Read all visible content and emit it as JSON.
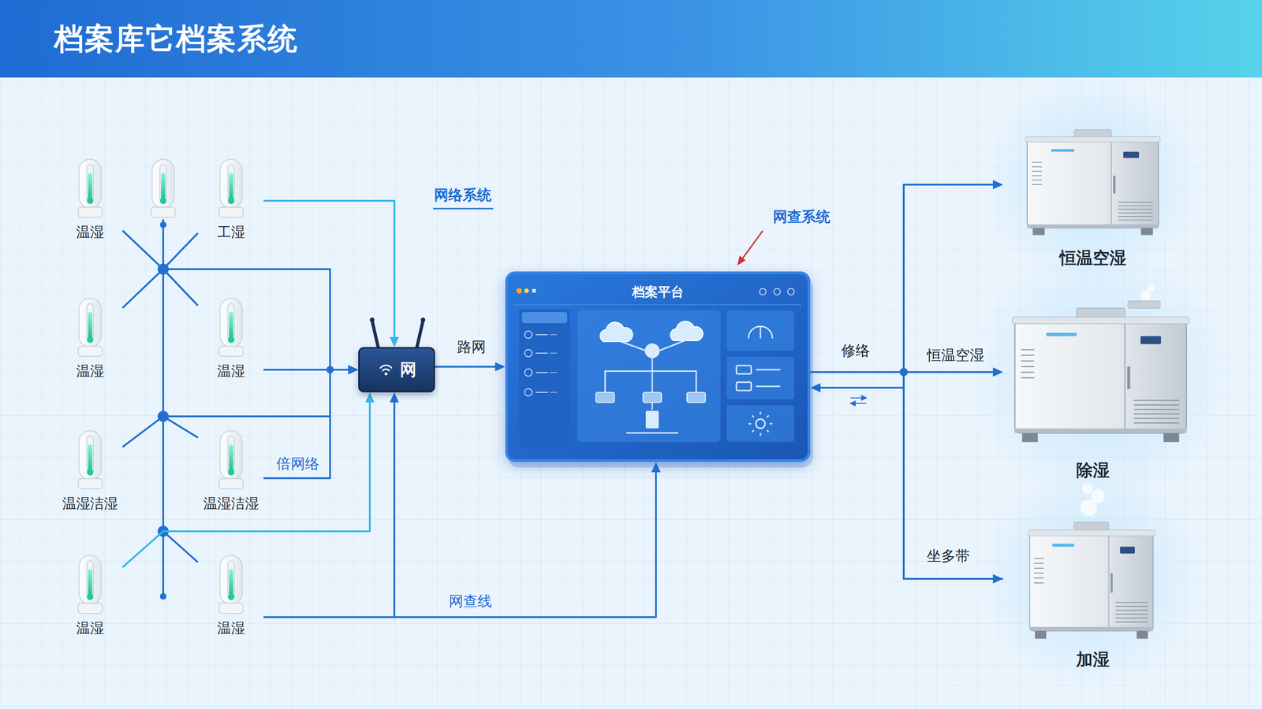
{
  "diagram": {
    "title": "档案库它档案系统",
    "nodes": [
      {
        "text": [
          "温湿"
        ]
      },
      {
        "text": [
          "工湿"
        ]
      },
      {
        "text": [
          "温湿"
        ]
      },
      {
        "text": [
          "温湿"
        ]
      },
      {
        "text": [
          "温湿洁湿"
        ]
      },
      {
        "text": [
          "温湿洁湿"
        ]
      },
      {
        "text": [
          "温湿"
        ]
      },
      {
        "text": [
          "温湿"
        ]
      },
      {
        "text": [
          "网"
        ]
      },
      {
        "text": [
          "档案平台"
        ]
      },
      {
        "text": [
          "恒温空湿"
        ]
      },
      {
        "text": [
          "除湿"
        ]
      },
      {
        "text": [
          "加湿"
        ]
      }
    ],
    "edges": [
      {
        "from": 0,
        "to": 8,
        "arrow": "to"
      },
      {
        "from": 1,
        "to": 8,
        "arrow": "to"
      },
      {
        "from": 2,
        "to": 8,
        "arrow": "to"
      },
      {
        "from": 3,
        "to": 8,
        "arrow": "to"
      },
      {
        "from": 4,
        "to": 8,
        "arrow": "to"
      },
      {
        "from": 5,
        "to": 8,
        "arrow": "to",
        "label": "倍网络"
      },
      {
        "from": 6,
        "to": 8,
        "arrow": "to"
      },
      {
        "from": 7,
        "to": 8,
        "arrow": "to"
      },
      {
        "from": 7,
        "to": 9,
        "arrow": "to",
        "label": "网查线"
      },
      {
        "from": 8,
        "to": 9,
        "arrow": "to",
        "label": "路网"
      },
      {
        "from": 9,
        "to": 10,
        "arrow": "to",
        "label": "修络"
      },
      {
        "from": 9,
        "to": 11,
        "arrow": "to",
        "label": "恒温空湿"
      },
      {
        "from": 9,
        "to": 12,
        "arrow": "to",
        "label": "坐多带"
      },
      {
        "from": 12,
        "to": 9,
        "arrow": "to"
      }
    ],
    "labels": [
      "网络系统",
      "网查系统"
    ]
  }
}
